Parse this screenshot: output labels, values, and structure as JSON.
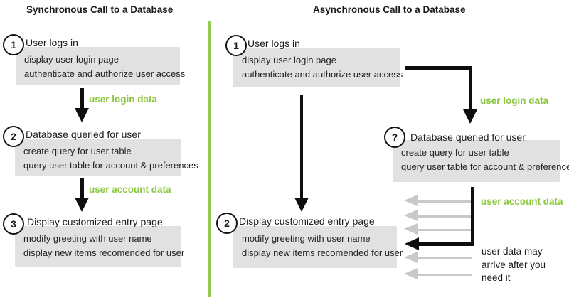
{
  "colors": {
    "accent_green": "#8cc63f",
    "divider_green": "#94c954",
    "box_gray": "#e1e1e1",
    "async_arrow_gray": "#c9c9c9",
    "arrow_black": "#0e0e0e"
  },
  "left": {
    "title": "Synchronous Call to a Database",
    "steps": [
      {
        "num": "1",
        "title": "User logs in",
        "lines": [
          "display user login page",
          "authenticate and authorize user access"
        ]
      },
      {
        "num": "2",
        "title": "Database queried for user",
        "lines": [
          "create query for user table",
          "query user table for account & preferences"
        ]
      },
      {
        "num": "3",
        "title": "Display customized entry page",
        "lines": [
          "modify greeting with user name",
          "display new items recomended for user"
        ]
      }
    ],
    "arrow_labels": [
      "user login data",
      "user account data"
    ]
  },
  "right": {
    "title": "Asynchronous Call to a Database",
    "steps": [
      {
        "num": "1",
        "title": "User logs in",
        "lines": [
          "display user login page",
          "authenticate and authorize user access"
        ]
      },
      {
        "num": "?",
        "title": "Database queried for user",
        "lines": [
          "create query for user table",
          "query user table for account & preferences"
        ]
      },
      {
        "num": "2",
        "title": "Display customized entry page",
        "lines": [
          "modify greeting with user name",
          "display new items recomended for user"
        ]
      }
    ],
    "arrow_labels": [
      "user login data",
      "user account data"
    ],
    "note_lines": [
      "user data may",
      "arrive after you",
      "need it"
    ]
  }
}
